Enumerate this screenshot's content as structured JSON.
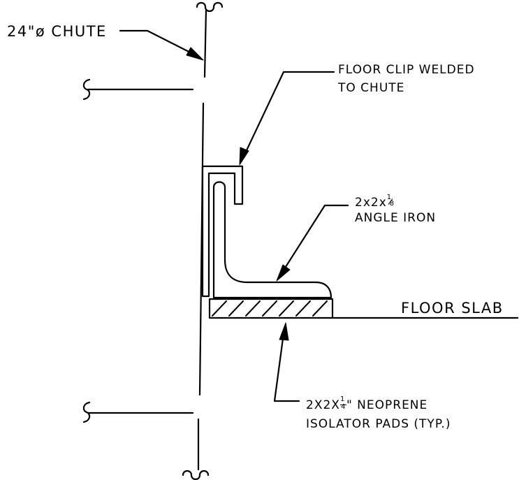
{
  "labels": {
    "chute": "24\"ø CHUTE",
    "clip_line1": "FLOOR CLIP WELDED",
    "clip_line2": "TO CHUTE",
    "angle_size_prefix": "2x2x",
    "angle_frac_num": "1",
    "angle_frac_den": "8",
    "angle_line2": "ANGLE IRON",
    "floor_slab": "FLOOR SLAB",
    "pad_size_prefix": "2X2X",
    "pad_frac_num": "1",
    "pad_frac_den": "4",
    "pad_size_suffix": "\" NEOPRENE",
    "pad_line2": "ISOLATOR PADS (TYP.)"
  },
  "colors": {
    "line": "#000000",
    "background": "#ffffff"
  }
}
